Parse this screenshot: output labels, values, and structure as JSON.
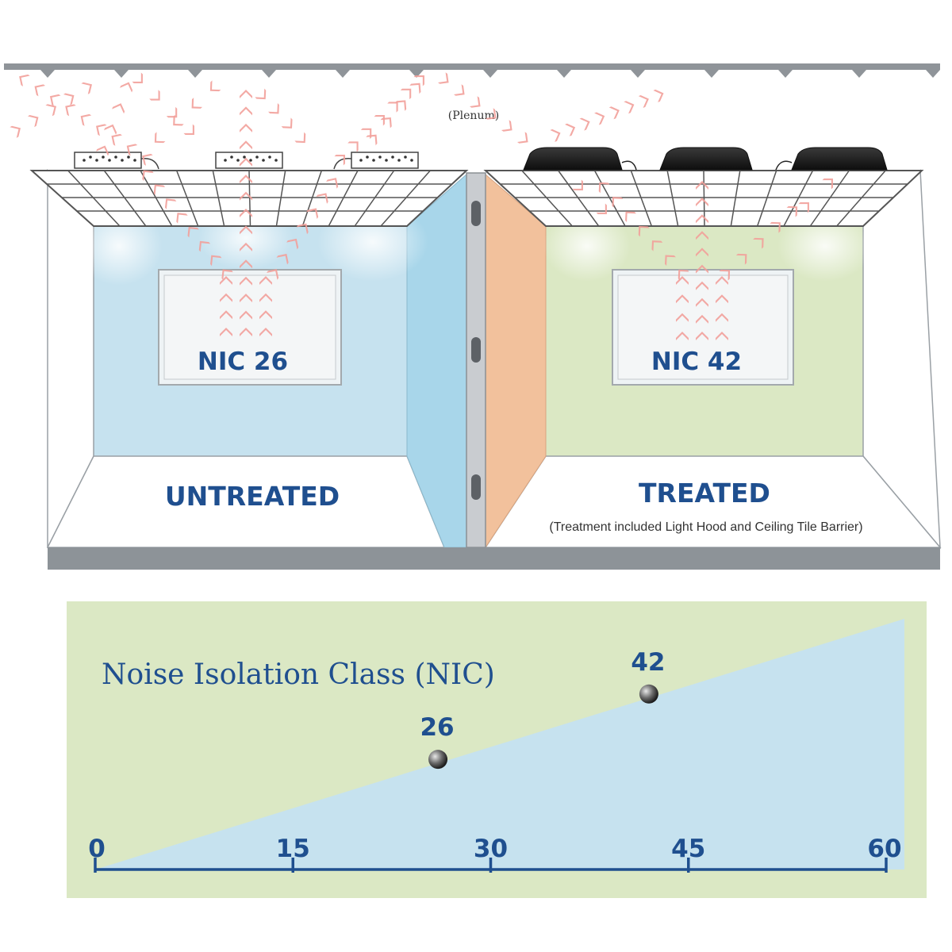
{
  "plenum_label": "(Plenum)",
  "rooms": {
    "untreated": {
      "title": "UNTREATED",
      "nic_label": "NIC 26"
    },
    "treated": {
      "title": "TREATED",
      "nic_label": "NIC 42",
      "note": "(Treatment included Light Hood and  Ceiling Tile Barrier)"
    }
  },
  "scale": {
    "title": "Noise Isolation Class (NIC)",
    "ticks": [
      "0",
      "15",
      "30",
      "45",
      "60"
    ],
    "points": [
      {
        "label": "26",
        "value": 26
      },
      {
        "label": "42",
        "value": 42
      }
    ]
  },
  "colors": {
    "untreated_wall": "#c6e2ef",
    "treated_wall": "#dbe8c4",
    "partition_blue": "#a8d6ea",
    "partition_orange": "#f2c19c",
    "arrow": "#f2a09a",
    "label_blue": "#1f4f8f",
    "floor_gray": "#8d9398"
  }
}
